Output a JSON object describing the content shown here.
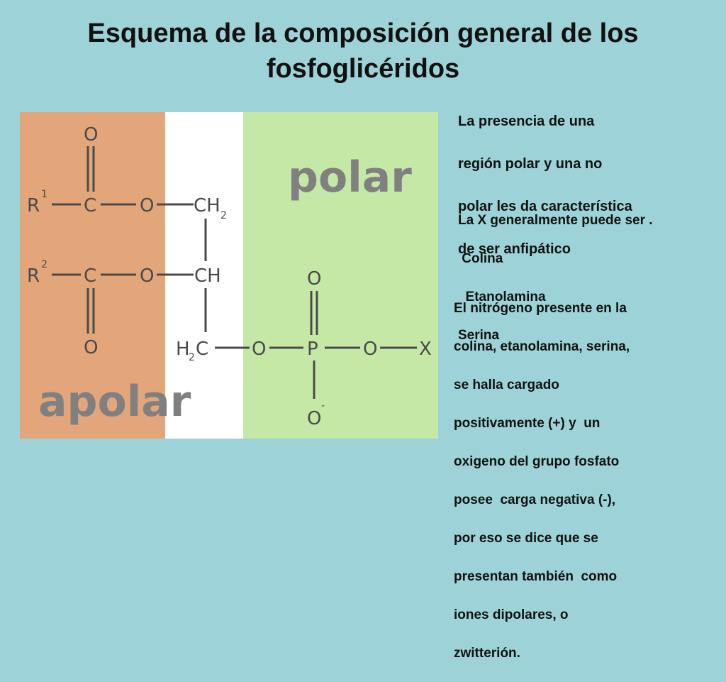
{
  "title": "Esquema de la composición general de los fosfoglicéridos",
  "diagram": {
    "region_labels": {
      "apolar": "apolar",
      "polar": "polar"
    },
    "colors": {
      "apolar_bg": "#e3a57a",
      "middle_bg": "#ffffff",
      "polar_bg": "#c6e8a7",
      "label_gray": "#808080",
      "bond_gray": "#4a4a4a"
    },
    "atoms": {
      "r1": "R",
      "r1_sup": "1",
      "r2": "R",
      "r2_sup": "2",
      "c": "C",
      "o": "O",
      "ch2_top": "CH",
      "ch2_top_sub": "2",
      "ch": "CH",
      "h2c": "H",
      "h2c_sub": "2",
      "h2c_c": "C",
      "p": "P",
      "x": "X",
      "o_minus": "O",
      "minus": "-"
    }
  },
  "notes": {
    "note1": [
      "La presencia de una",
      "región polar y una no",
      "polar les da característica",
      "de ser anfipático"
    ],
    "note2": [
      "La X generalmente puede ser .",
      " Colina",
      "  Etanolamina",
      "Serina"
    ],
    "note3": [
      "El nitrógeno presente en la",
      "colina, etanolamina, serina,",
      "se halla cargado",
      "positivamente (+) y  un",
      "oxigeno del grupo fosfato",
      "posee  carga negativa (-),",
      "por eso se dice que se",
      "presentan también  como",
      "iones dipolares, o",
      "zwitterión."
    ]
  }
}
